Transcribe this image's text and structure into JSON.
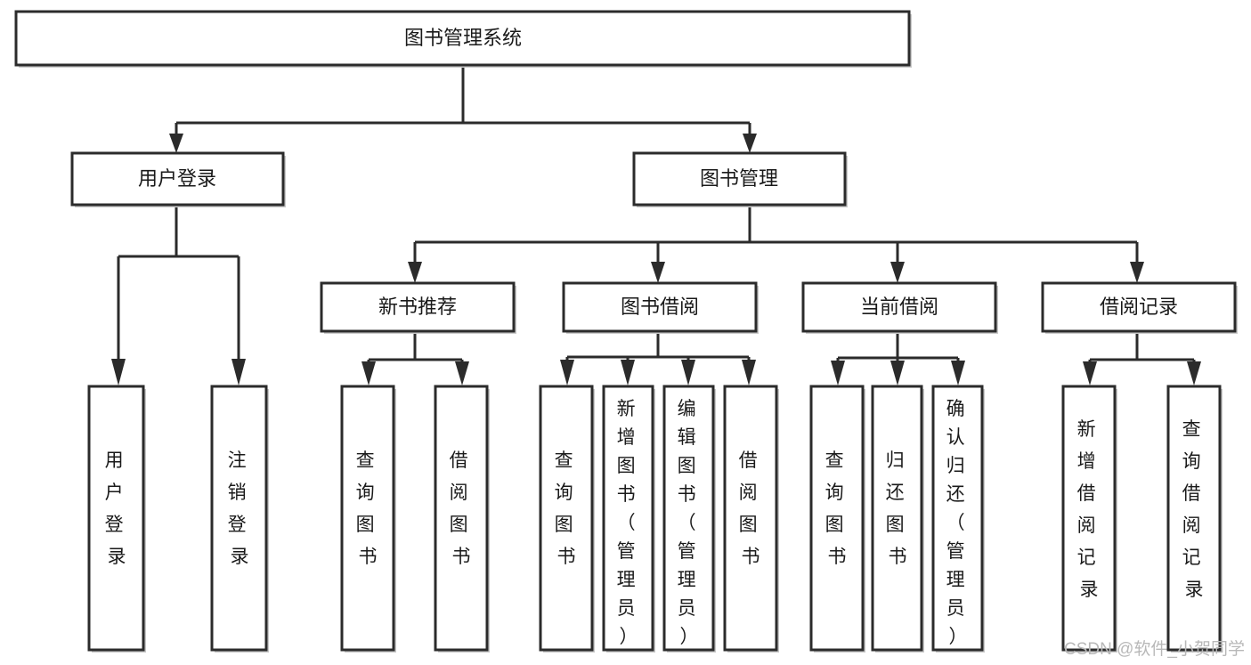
{
  "diagram": {
    "type": "hierarchy-tree",
    "title": "图书管理系统",
    "orientation": "top-down",
    "levels": 4,
    "root": {
      "id": "root",
      "label": "图书管理系统",
      "text_direction": "horizontal"
    },
    "level2": [
      {
        "id": "user-login",
        "label": "用户登录",
        "text_direction": "horizontal"
      },
      {
        "id": "book-manage",
        "label": "图书管理",
        "text_direction": "horizontal"
      }
    ],
    "level3": [
      {
        "id": "new-book-rec",
        "label": "新书推荐",
        "parent": "book-manage",
        "text_direction": "horizontal"
      },
      {
        "id": "book-borrow",
        "label": "图书借阅",
        "parent": "book-manage",
        "text_direction": "horizontal"
      },
      {
        "id": "current-borrow",
        "label": "当前借阅",
        "parent": "book-manage",
        "text_direction": "horizontal"
      },
      {
        "id": "borrow-record",
        "label": "借阅记录",
        "parent": "book-manage",
        "text_direction": "horizontal"
      }
    ],
    "leaves": [
      {
        "id": "leaf-user-login",
        "parent": "user-login",
        "label": "用户登录",
        "chars": [
          "用",
          "户",
          "登",
          "录"
        ],
        "text_direction": "vertical"
      },
      {
        "id": "leaf-logout",
        "parent": "user-login",
        "label": "注销登录",
        "chars": [
          "注",
          "销",
          "登",
          "录"
        ],
        "text_direction": "vertical"
      },
      {
        "id": "leaf-query-book-1",
        "parent": "new-book-rec",
        "label": "查询图书",
        "chars": [
          "查",
          "询",
          "图",
          "书"
        ],
        "text_direction": "vertical"
      },
      {
        "id": "leaf-borrow-book-1",
        "parent": "new-book-rec",
        "label": "借阅图书",
        "chars": [
          "借",
          "阅",
          "图",
          "书"
        ],
        "text_direction": "vertical"
      },
      {
        "id": "leaf-query-book-2",
        "parent": "book-borrow",
        "label": "查询图书",
        "chars": [
          "查",
          "询",
          "图",
          "书"
        ],
        "text_direction": "vertical"
      },
      {
        "id": "leaf-add-book",
        "parent": "book-borrow",
        "label": "新增图书（管理员）",
        "chars": [
          "新",
          "增",
          "图",
          "书",
          "（",
          "管",
          "理",
          "员",
          "）"
        ],
        "text_direction": "vertical"
      },
      {
        "id": "leaf-edit-book",
        "parent": "book-borrow",
        "label": "编辑图书（管理员）",
        "chars": [
          "编",
          "辑",
          "图",
          "书",
          "（",
          "管",
          "理",
          "员",
          "）"
        ],
        "text_direction": "vertical"
      },
      {
        "id": "leaf-borrow-book-2",
        "parent": "book-borrow",
        "label": "借阅图书",
        "chars": [
          "借",
          "阅",
          "图",
          "书"
        ],
        "text_direction": "vertical"
      },
      {
        "id": "leaf-query-book-3",
        "parent": "current-borrow",
        "label": "查询图书",
        "chars": [
          "查",
          "询",
          "图",
          "书"
        ],
        "text_direction": "vertical"
      },
      {
        "id": "leaf-return-book",
        "parent": "current-borrow",
        "label": "归还图书",
        "chars": [
          "归",
          "还",
          "图",
          "书"
        ],
        "text_direction": "vertical"
      },
      {
        "id": "leaf-confirm-return",
        "parent": "current-borrow",
        "label": "确认归还（管理员）",
        "chars": [
          "确",
          "认",
          "归",
          "还",
          "（",
          "管",
          "理",
          "员",
          "）"
        ],
        "text_direction": "vertical"
      },
      {
        "id": "leaf-add-record",
        "parent": "borrow-record",
        "label": "新增借阅记录",
        "chars": [
          "新",
          "增",
          "借",
          "阅",
          "记",
          "录"
        ],
        "text_direction": "vertical"
      },
      {
        "id": "leaf-query-record",
        "parent": "borrow-record",
        "label": "查询借阅记录",
        "chars": [
          "查",
          "询",
          "借",
          "阅",
          "记",
          "录"
        ],
        "text_direction": "vertical"
      }
    ]
  },
  "watermark": {
    "text": "CSDN @软件_小贺同学"
  },
  "colors": {
    "background": "#ffffff",
    "box_fill": "#ffffff",
    "box_stroke": "#2b2b2b",
    "box_shadow": "#c9c9c9",
    "text": "#1a1a1a",
    "watermark": "#b8b8b8"
  }
}
